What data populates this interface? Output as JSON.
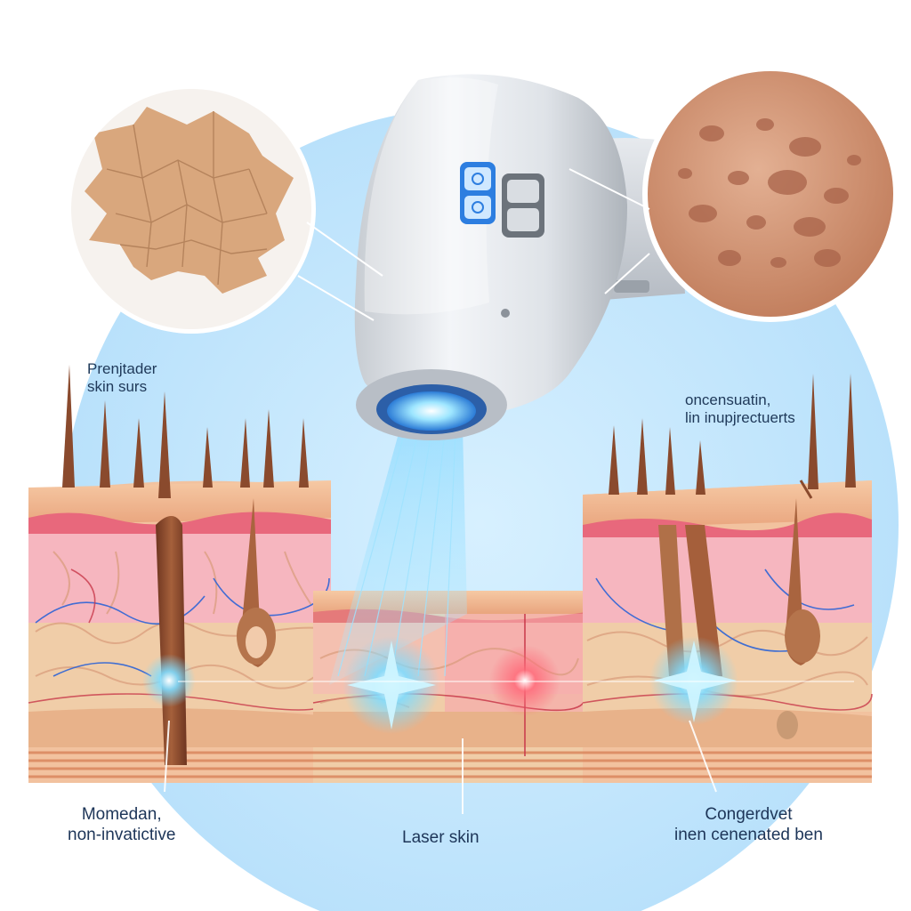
{
  "labels": {
    "top_left": [
      "Prenjtader",
      "skin surs"
    ],
    "top_right": [
      "oncensuatin,",
      "lin inupjrectuerts"
    ],
    "bottom_left": [
      "Momedan,",
      "non-invatictive"
    ],
    "bottom_center": [
      "Laser skin"
    ],
    "bottom_right": [
      "Congerdvet",
      "inen cenenated ben"
    ]
  },
  "colors": {
    "backdrop_circle": "#cfeafb",
    "device_body": "#e3e6ea",
    "device_shadow": "#aeb4bb",
    "laser_beam": "#5fc3ff",
    "laser_glow": "#9fe3ff",
    "red_glow": "#ff5a6a",
    "epidermis_top": "#f2b993",
    "dermis_pink": "#f4a9b3",
    "lower_dermis": "#f0c7a3",
    "fat_layer": "#e9b48a",
    "muscle_stripes": "#d9835a",
    "hair": "#8a4a2d",
    "vessels_blue": "#2e64d6",
    "vessels_red": "#c8384a",
    "magnifier_left_bg": "#f6f2ee",
    "magnifier_left_patch": "#d9a77d",
    "magnifier_right_bg": "#d69a7c",
    "magnifier_ring": "#ffffff",
    "label_text": "#1f3a5f"
  },
  "icons": [
    "laser-handpiece-icon",
    "button-power-icon",
    "button-mode-icon",
    "magnifier-cracked-skin-icon",
    "magnifier-scarred-skin-icon"
  ]
}
